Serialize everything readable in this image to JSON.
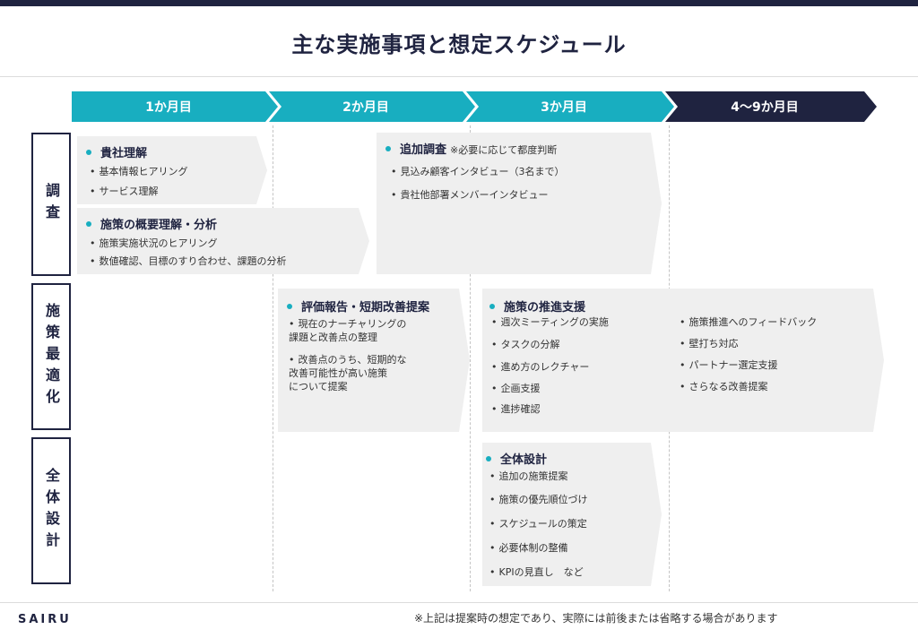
{
  "title": "主な実施事項と想定スケジュール",
  "phases": [
    "1か月目",
    "2か月目",
    "3か月目",
    "4〜9か月目"
  ],
  "rows": [
    "調査",
    "施策最適化",
    "全体設計"
  ],
  "boxes": {
    "kisha": {
      "title": "貴社理解",
      "items": [
        "基本情報ヒアリング",
        "サービス理解"
      ]
    },
    "shisaku_gaiyo": {
      "title": "施策の概要理解・分析",
      "items": [
        "施策実施状況のヒアリング",
        "数値確認、目標のすり合わせ、課題の分析"
      ]
    },
    "tsuika": {
      "title": "追加調査",
      "note": "※必要に応じて都度判断",
      "items": [
        "見込み顧客インタビュー（3名まで）",
        "貴社他部署メンバーインタビュー"
      ]
    },
    "hyoka": {
      "title": "評価報告・短期改善提案",
      "items": [
        "現在のナーチャリングの\n課題と改善点の整理",
        "改善点のうち、短期的な\n改善可能性が高い施策\nについて提案"
      ]
    },
    "suishin": {
      "title": "施策の推進支援",
      "items_left": [
        "週次ミーティングの実施",
        "タスクの分解",
        "進め方のレクチャー",
        "企画支援",
        "進捗確認"
      ],
      "items_right": [
        "施策推進へのフィードバック",
        "壁打ち対応",
        "パートナー選定支援",
        "さらなる改善提案"
      ]
    },
    "zentai": {
      "title": "全体設計",
      "items": [
        "追加の施策提案",
        "施策の優先順位づけ",
        "スケジュールの策定",
        "必要体制の整備",
        "KPIの見直し　など"
      ]
    }
  },
  "footnote": "※上記は提案時の想定であり、実際には前後または省略する場合があります",
  "logo": "SAIRU",
  "colors": {
    "teal": "#18aec0",
    "navy": "#1f2340",
    "box": "#efefef"
  }
}
